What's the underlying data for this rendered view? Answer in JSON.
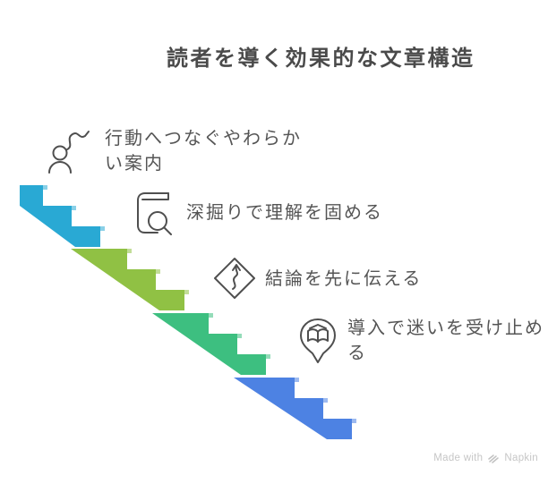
{
  "title": "読者を導く効果的な文章構造",
  "steps": [
    {
      "icon": "journey-path-icon",
      "label": "行動へつなぐやわらかい案内",
      "lines": [
        "行動へつなぐやわらか",
        "い案内"
      ],
      "color": "#29a9d4"
    },
    {
      "icon": "book-search-icon",
      "label": "深掘りで理解を固める",
      "lines": [
        "深掘りで理解を固める"
      ],
      "color": "#90c144"
    },
    {
      "icon": "winding-road-sign-icon",
      "label": "結論を先に伝える",
      "lines": [
        "結論を先に伝える"
      ],
      "color": "#3dbf80"
    },
    {
      "icon": "map-pin-book-icon",
      "label": "導入で迷いを受け止める",
      "lines": [
        "導入で迷いを受け止め",
        "る"
      ],
      "color": "#4d82e3"
    }
  ],
  "watermark": {
    "text": "Made with",
    "brand": "Napkin"
  },
  "colors": {
    "title_text": "#4a4a4a",
    "body_text": "#555555",
    "icon_stroke": "#4f4f4f",
    "watermark_text": "#c6c6c6",
    "background": "#ffffff"
  }
}
